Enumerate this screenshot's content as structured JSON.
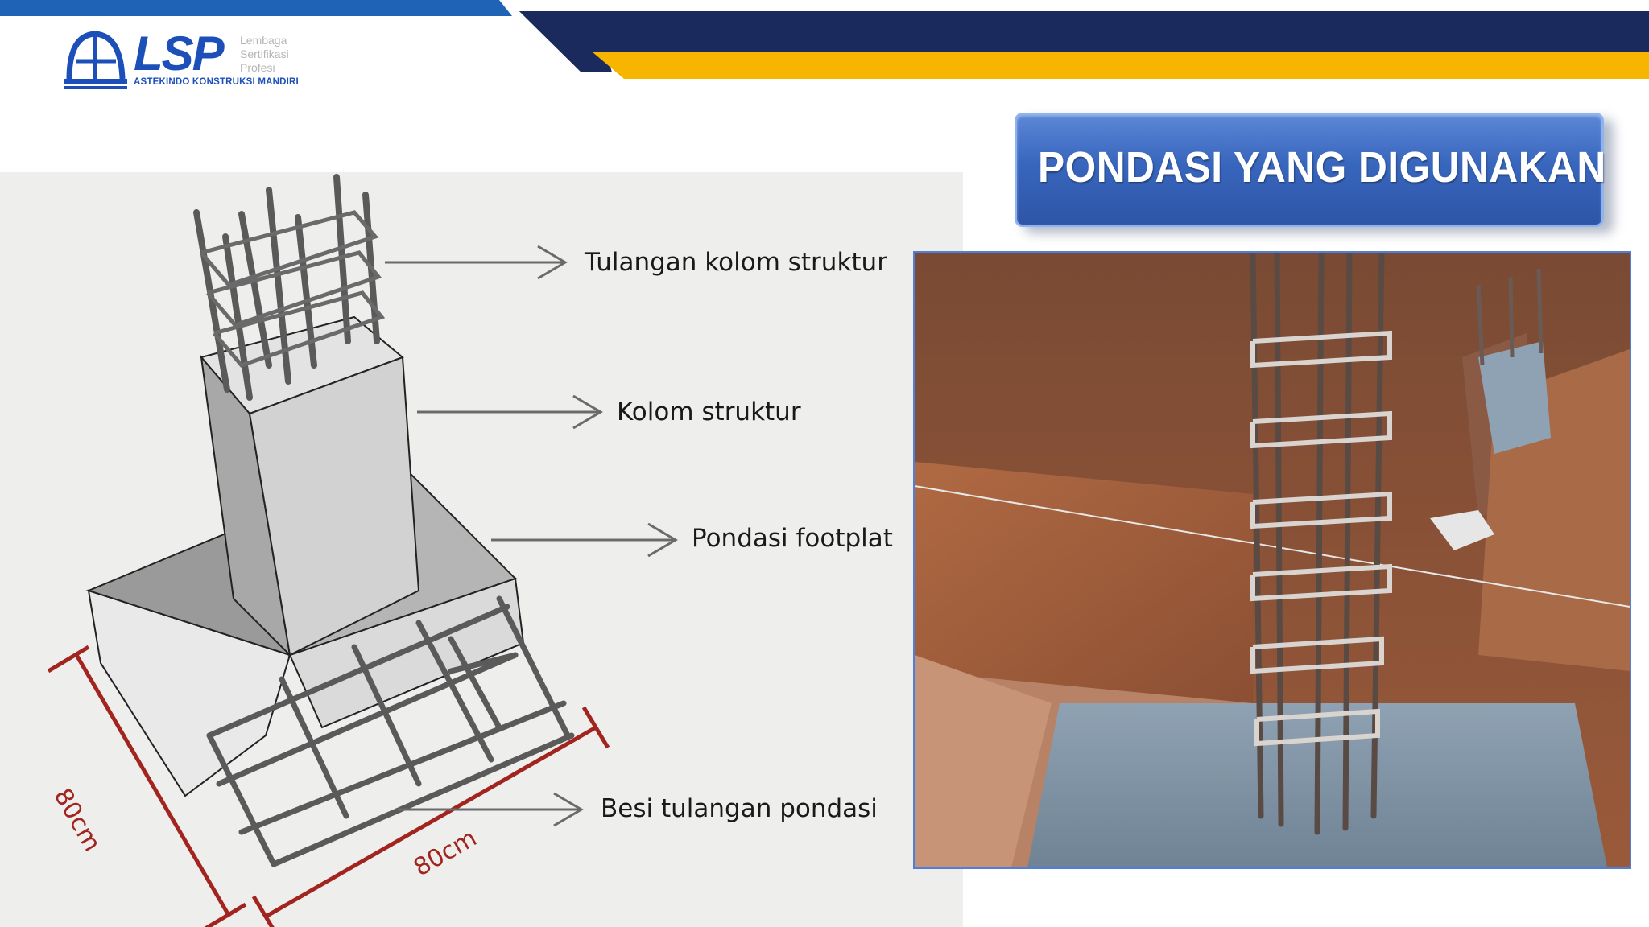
{
  "header": {
    "logo": {
      "wordmark": "LSP",
      "side_text": [
        "Lembaga",
        "Sertifikasi",
        "Profesi"
      ],
      "tagline": "ASTEKINDO KONSTRUKSI MANDIRI"
    },
    "title": "PONDASI YANG DIGUNAKAN"
  },
  "diagram": {
    "callouts": {
      "column_rebar": "Tulangan kolom struktur",
      "column": "Kolom struktur",
      "footplate": "Pondasi footplat",
      "foundation_rebar": "Besi tulangan pondasi"
    },
    "dimensions": {
      "side_a": "80cm",
      "side_b": "80cm"
    }
  },
  "colors": {
    "navy_band": "#1a2a5c",
    "yellow_band": "#f7b500",
    "blue_band": "#1f63b6",
    "title_blue": "#3866bd",
    "dimension_red": "#a2241f"
  },
  "icons": [
    "lsp-arch-logo-icon",
    "callout-arrow-icon"
  ]
}
